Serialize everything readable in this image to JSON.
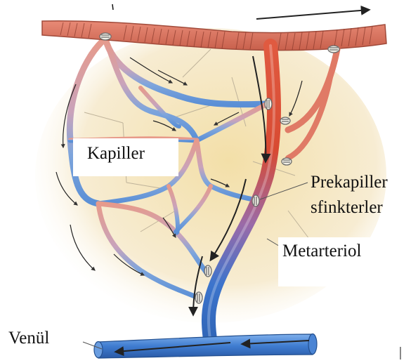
{
  "labels": {
    "capillaries": "Kapiller",
    "precapillary_line1": "Prekapiller",
    "precapillary_line2": "sfinkterler",
    "metarteriole": "Metarteriol",
    "venule": "Venül"
  },
  "colors": {
    "arterial": "#e08070",
    "arterial_dark": "#b85040",
    "metarteriole_red": "#d84a32",
    "venous": "#5a8fd6",
    "venous_dark": "#2f64b5",
    "tissue": "#f2dfb0",
    "arrows": "#222222"
  }
}
